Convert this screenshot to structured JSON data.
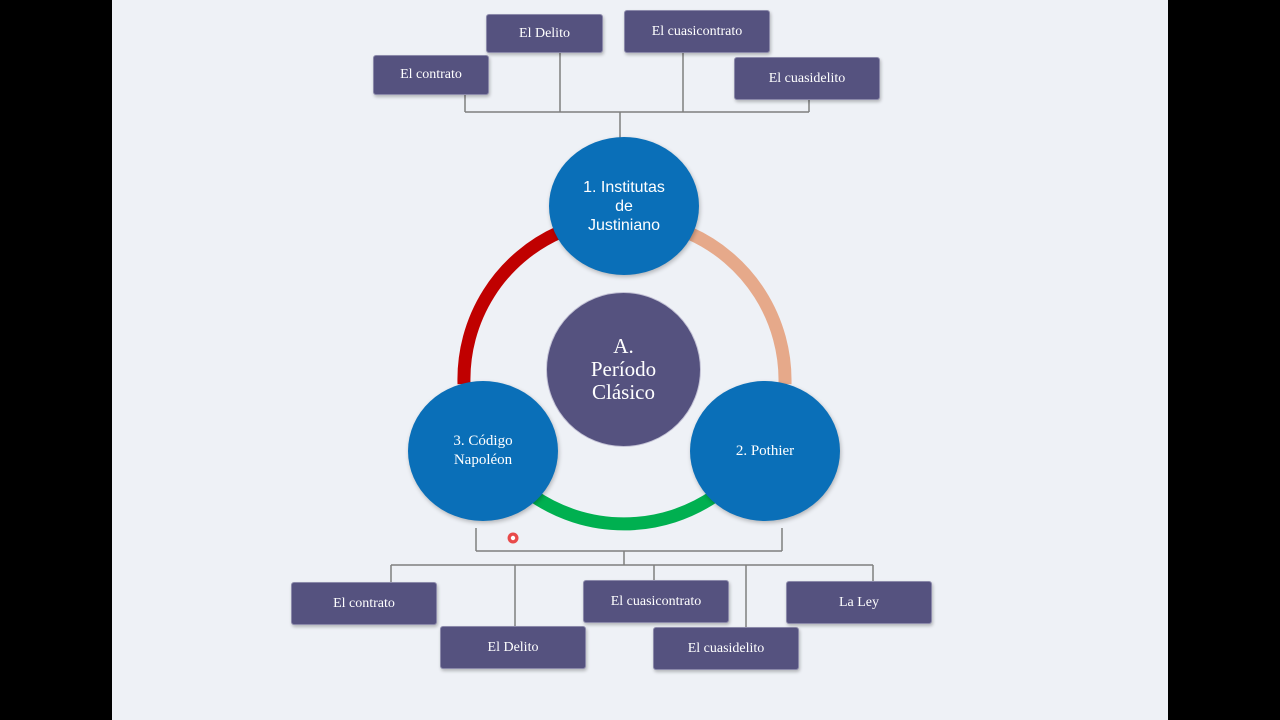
{
  "diagram": {
    "center": {
      "label_line1": "A.",
      "label_line2": "Período",
      "label_line3": "Clásico"
    },
    "nodes": {
      "institutas": {
        "line1": "1. Institutas",
        "line2": "de",
        "line3": "Justiniano"
      },
      "pothier": {
        "line1": "2. Pothier"
      },
      "codigo": {
        "line1": "3. Código",
        "line2": "Napoléon"
      }
    },
    "arc_colors": {
      "left": "#c00000",
      "right": "#e6a98a",
      "bottom": "#00b050"
    },
    "top_boxes": [
      "El contrato",
      "El Delito",
      "El cuasicontrato",
      "El cuasidelito"
    ],
    "bottom_boxes": [
      "El contrato",
      "El Delito",
      "El cuasicontrato",
      "El cuasidelito",
      "La Ley"
    ]
  },
  "colors": {
    "box": "#55527f",
    "node": "#0a6fb8",
    "background": "#eef1f6"
  }
}
